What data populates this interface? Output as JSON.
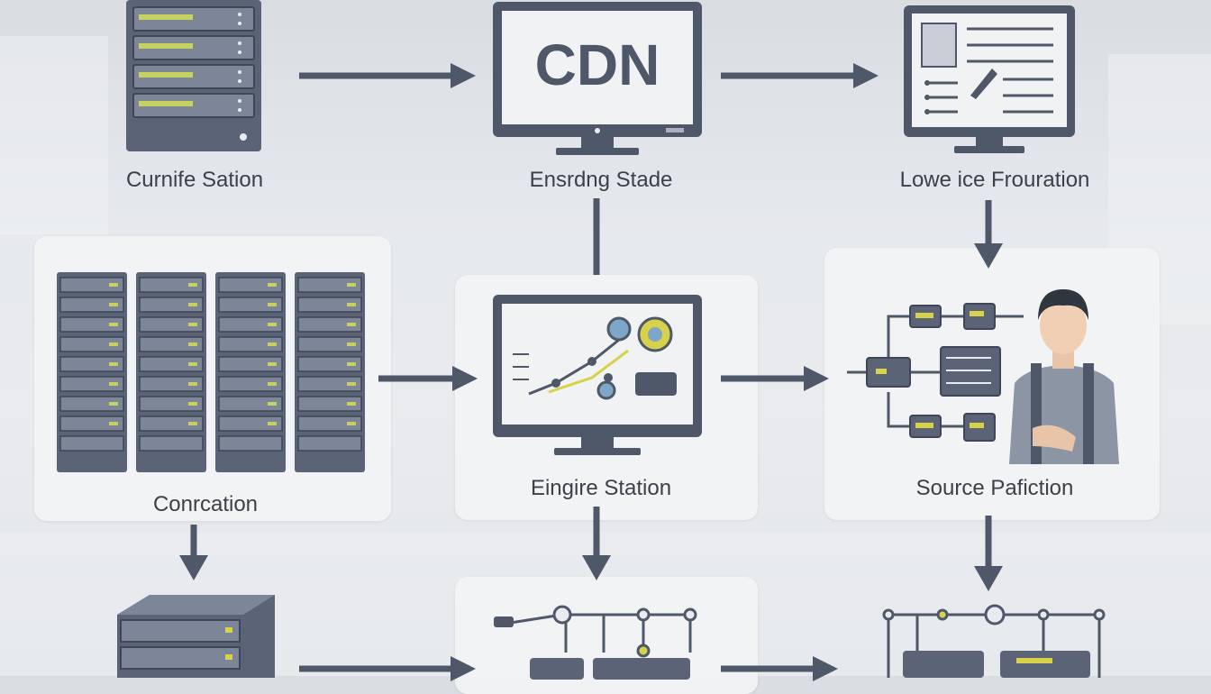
{
  "monitor_text": "CDN",
  "nodes": {
    "curnife": {
      "label": "Curnife Sation"
    },
    "ensrdng": {
      "label": "Ensrdng Stade"
    },
    "lowe": {
      "label": "Lowe ice Frouration"
    },
    "conrcation": {
      "label": "Conrcation"
    },
    "eingire": {
      "label": "Eingire Station"
    },
    "source": {
      "label": "Source Pafiction"
    }
  },
  "colors": {
    "ink": "#4e5868",
    "panel": "#f2f3f5",
    "accent_yellow": "#d8d24a",
    "accent_blue": "#7ea6c8",
    "background": "#e6e9ed"
  }
}
